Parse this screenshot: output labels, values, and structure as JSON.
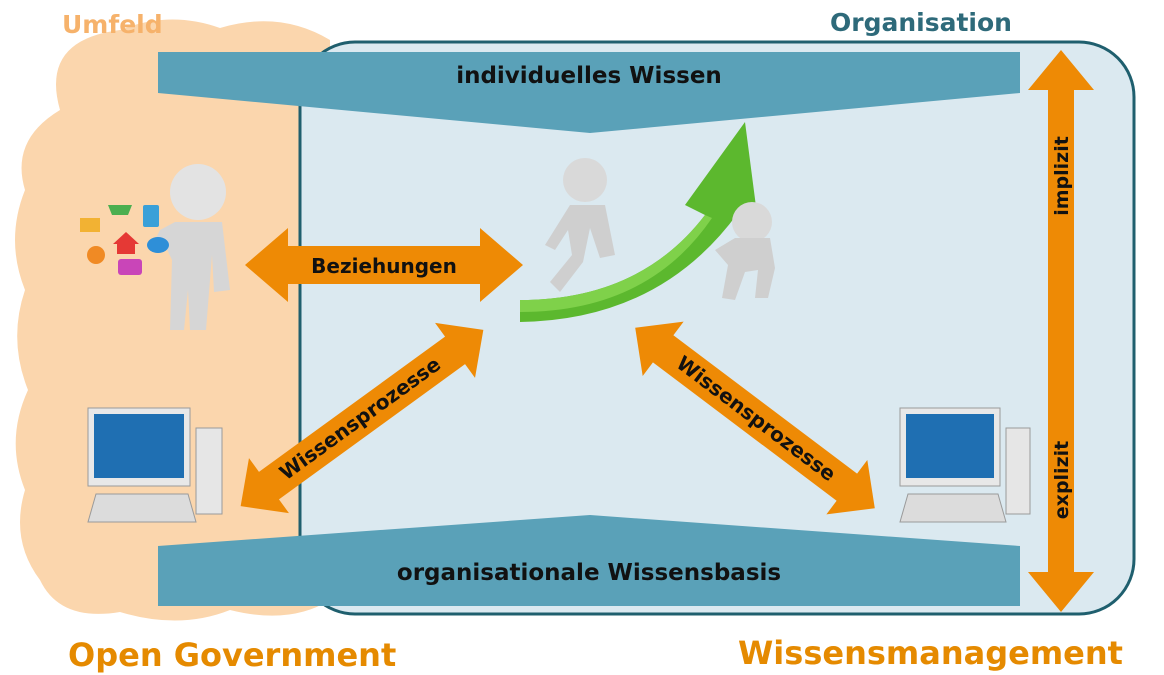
{
  "labels": {
    "umfeld": "Umfeld",
    "organisation": "Organisation",
    "open_government": "Open Government",
    "wissensmanagement": "Wissensmanagement",
    "individuelles_wissen": "individuelles Wissen",
    "organisationale_wissensbasis": "organisationale Wissensbasis",
    "beziehungen": "Beziehungen",
    "wissensprozesse_left": "Wissensprozesse",
    "wissensprozesse_right": "Wissensprozesse",
    "implizit": "implizit",
    "explizit": "explizit"
  },
  "colors": {
    "cloud": "#fbd6ad",
    "organisation_fill": "#dbe9f0",
    "organisation_border": "#1f5f6e",
    "band": "#5aa1b8",
    "arrow": "#ee8a05",
    "umfeld_title": "#f6b26b",
    "organisation_title": "#2e6a7a",
    "bottom_titles": "#e58a00"
  },
  "icons": [
    "person-with-apps-icon",
    "growth-arrow-figures-icon",
    "computer-left-icon",
    "computer-right-icon",
    "mail-icon",
    "cart-icon",
    "tablet-icon",
    "home-icon",
    "gear-icon",
    "chat-icon",
    "camera-icon"
  ]
}
